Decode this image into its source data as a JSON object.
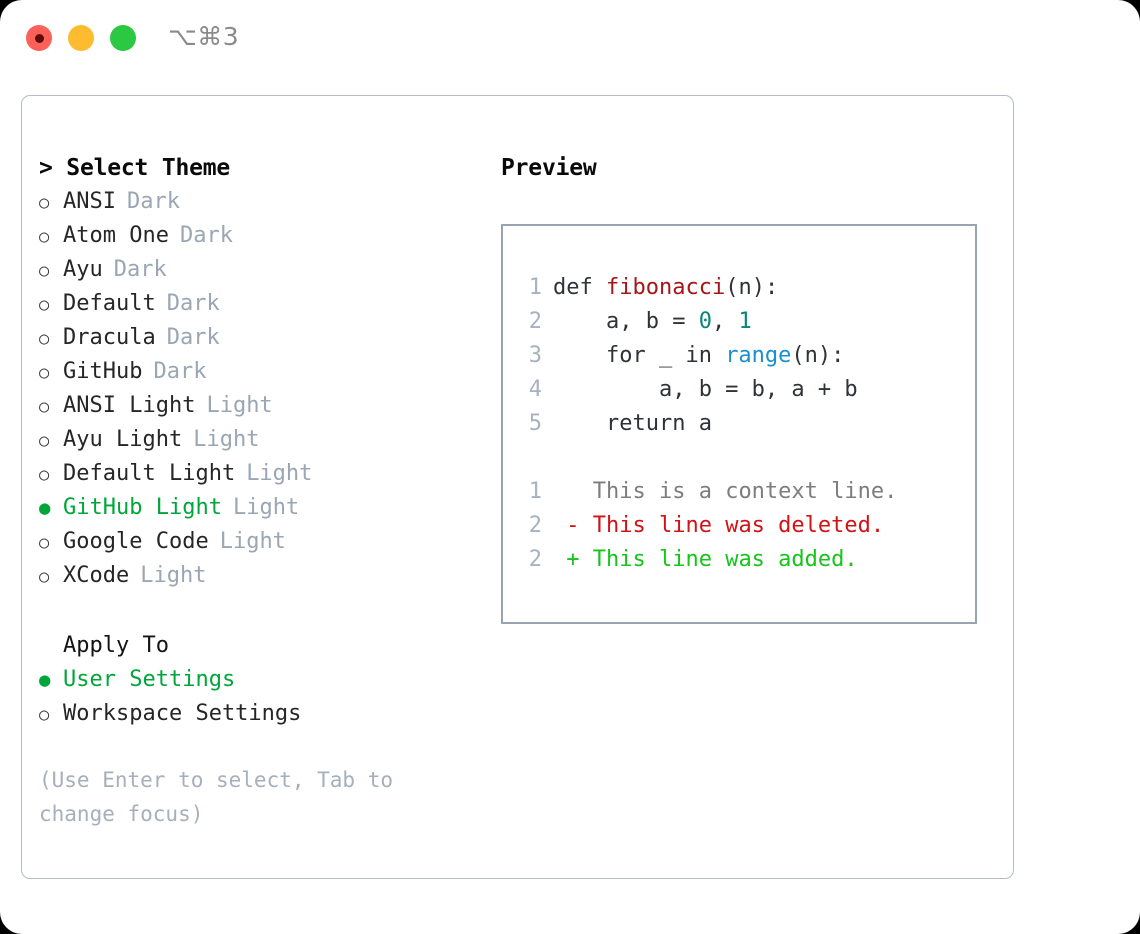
{
  "titlebar": {
    "shortcut": "⌥⌘3",
    "buttons": [
      {
        "name": "close",
        "color": "#fc6058"
      },
      {
        "name": "minimize",
        "color": "#fdbc2f"
      },
      {
        "name": "zoom",
        "color": "#2bc941"
      }
    ]
  },
  "theme_panel": {
    "header": "> Select Theme",
    "options": [
      {
        "label": "ANSI",
        "badge": "Dark",
        "selected": false
      },
      {
        "label": "Atom One",
        "badge": "Dark",
        "selected": false
      },
      {
        "label": "Ayu",
        "badge": "Dark",
        "selected": false
      },
      {
        "label": "Default",
        "badge": "Dark",
        "selected": false
      },
      {
        "label": "Dracula",
        "badge": "Dark",
        "selected": false
      },
      {
        "label": "GitHub",
        "badge": "Dark",
        "selected": false
      },
      {
        "label": "ANSI Light",
        "badge": "Light",
        "selected": false
      },
      {
        "label": "Ayu Light",
        "badge": "Light",
        "selected": false
      },
      {
        "label": "Default Light",
        "badge": "Light",
        "selected": false
      },
      {
        "label": "GitHub Light",
        "badge": "Light",
        "selected": true
      },
      {
        "label": "Google Code",
        "badge": "Light",
        "selected": false
      },
      {
        "label": "XCode",
        "badge": "Light",
        "selected": false
      }
    ],
    "marker_unselected": "○",
    "marker_selected": "●"
  },
  "apply_to": {
    "header": "Apply To",
    "options": [
      {
        "label": "User Settings",
        "selected": true
      },
      {
        "label": "Workspace Settings",
        "selected": false
      }
    ]
  },
  "hint": "(Use Enter to select, Tab to change focus)",
  "preview": {
    "header": "Preview",
    "code_lines": [
      {
        "num": "1",
        "tokens": [
          {
            "t": "def ",
            "k": "plain"
          },
          {
            "t": "fibonacci",
            "k": "fn"
          },
          {
            "t": "(n):",
            "k": "plain"
          }
        ]
      },
      {
        "num": "2",
        "tokens": [
          {
            "t": "    a, b = ",
            "k": "plain"
          },
          {
            "t": "0",
            "k": "num"
          },
          {
            "t": ", ",
            "k": "plain"
          },
          {
            "t": "1",
            "k": "num"
          }
        ]
      },
      {
        "num": "3",
        "tokens": [
          {
            "t": "    for _ in ",
            "k": "plain"
          },
          {
            "t": "range",
            "k": "call"
          },
          {
            "t": "(n):",
            "k": "plain"
          }
        ]
      },
      {
        "num": "4",
        "tokens": [
          {
            "t": "        a, b = b, a + b",
            "k": "plain"
          }
        ]
      },
      {
        "num": "5",
        "tokens": [
          {
            "t": "    return a",
            "k": "plain"
          }
        ]
      }
    ],
    "diff_lines": [
      {
        "num": "1",
        "sign": " ",
        "text": " This is a context line.",
        "kind": "ctx"
      },
      {
        "num": "2",
        "sign": "-",
        "text": " This line was deleted.",
        "kind": "del"
      },
      {
        "num": "2",
        "sign": "+",
        "text": " This line was added.",
        "kind": "add"
      }
    ]
  },
  "colors": {
    "accent_green": "#00a63a",
    "badge_gray": "#9aa6b4",
    "hint_gray": "#a6afbd",
    "border": "#b3bcc9",
    "preview_border": "#99a4b3",
    "fn_red": "#a4161a",
    "num_teal": "#0b8577",
    "call_blue": "#1a8fd1",
    "diff_del": "#cf1317",
    "diff_add": "#16c41c",
    "line_number": "#a7b2c0"
  }
}
